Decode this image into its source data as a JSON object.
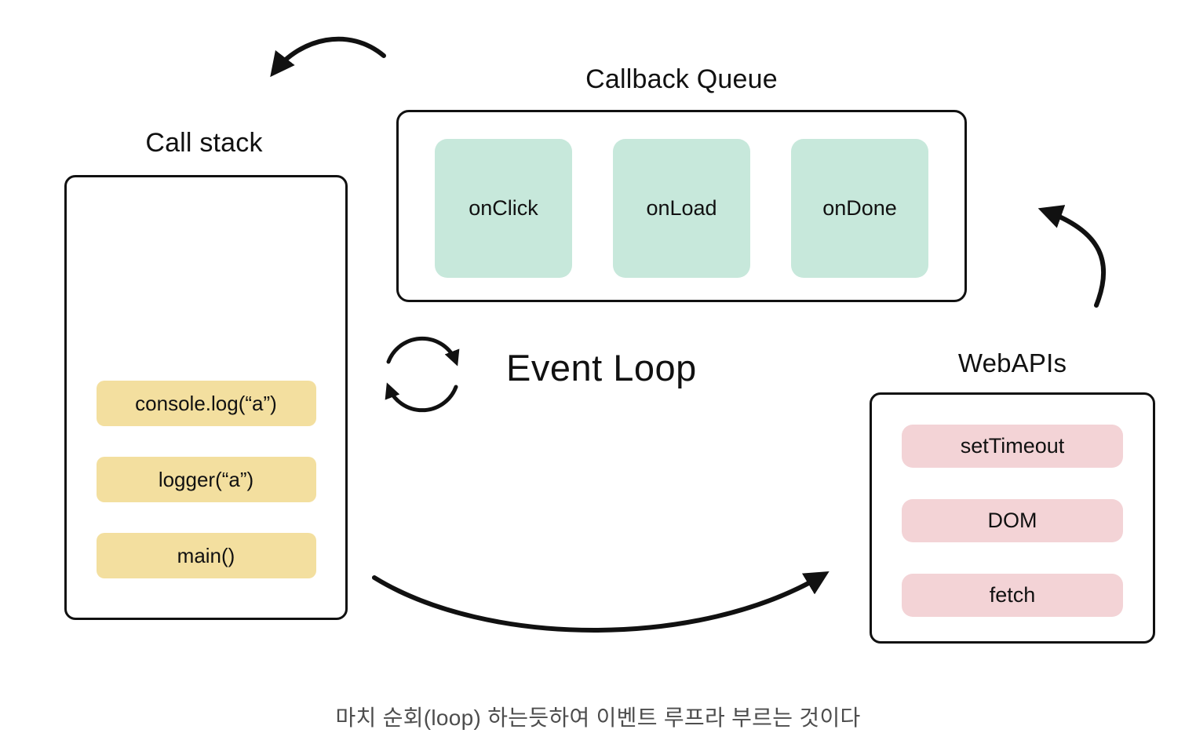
{
  "diagram": {
    "call_stack": {
      "title": "Call stack",
      "frames": [
        "console.log(“a”)",
        "logger(“a”)",
        "main()"
      ]
    },
    "callback_queue": {
      "title": "Callback Queue",
      "items": [
        "onClick",
        "onLoad",
        "onDone"
      ]
    },
    "event_loop": {
      "label": "Event Loop",
      "icon": "circular-loop-arrows-icon"
    },
    "web_apis": {
      "title": "WebAPIs",
      "items": [
        "setTimeout",
        "DOM",
        "fetch"
      ]
    },
    "caption": "마치 순회(loop) 하는듯하여 이벤트 루프라 부르는 것이다",
    "colors": {
      "queue_item_bg": "#c7e8db",
      "stack_frame_bg": "#f3df9f",
      "webapi_item_bg": "#f3d3d6",
      "border": "#111111",
      "caption_text": "#4d4d4d",
      "background": "#ffffff"
    }
  }
}
